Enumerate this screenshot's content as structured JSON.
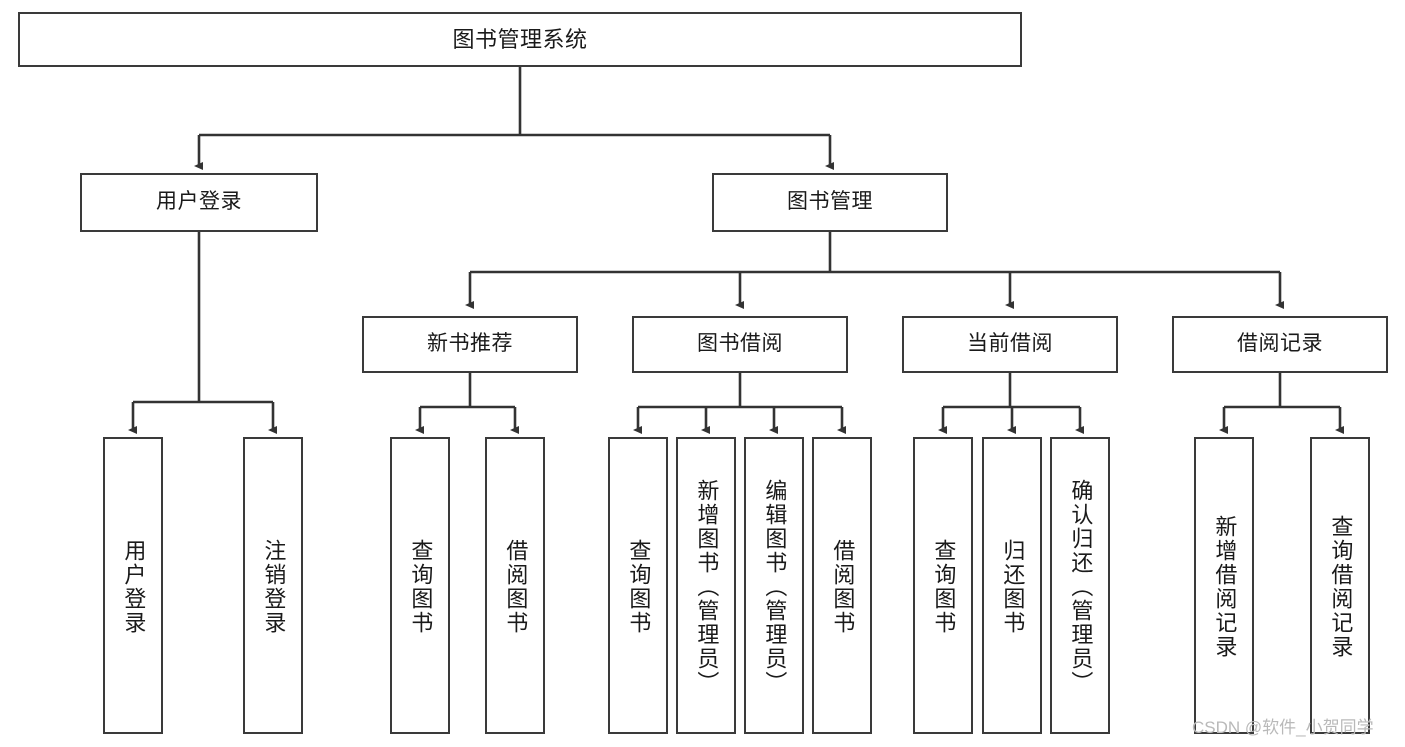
{
  "diagram": {
    "title": "图书管理系统",
    "type": "tree-hierarchy-diagram",
    "colors": {
      "box_border": "#3a3a3a",
      "box_fill": "#ffffff",
      "edge": "#333333",
      "text": "#1a1a1a",
      "watermark": "#b9b9b9",
      "background": "#ffffff"
    },
    "watermark": "CSDN @软件_小贺同学"
  },
  "nodes": {
    "root": {
      "label": "图书管理系统"
    },
    "level2": [
      {
        "label": "用户登录"
      },
      {
        "label": "图书管理"
      }
    ],
    "level3": [
      {
        "label": "新书推荐"
      },
      {
        "label": "图书借阅"
      },
      {
        "label": "当前借阅"
      },
      {
        "label": "借阅记录"
      }
    ],
    "leaves": {
      "user_login": [
        {
          "label": "用户登录"
        },
        {
          "label": "注销登录"
        }
      ],
      "new_book_recommend": [
        {
          "label": "查询图书"
        },
        {
          "label": "借阅图书"
        }
      ],
      "book_borrow": [
        {
          "label": "查询图书"
        },
        {
          "label": "新增图书（管理员）"
        },
        {
          "label": "编辑图书（管理员）"
        },
        {
          "label": "借阅图书"
        }
      ],
      "current_borrow": [
        {
          "label": "查询图书"
        },
        {
          "label": "归还图书"
        },
        {
          "label": "确认归还（管理员）"
        }
      ],
      "borrow_record": [
        {
          "label": "新增借阅记录"
        },
        {
          "label": "查询借阅记录"
        }
      ]
    }
  }
}
